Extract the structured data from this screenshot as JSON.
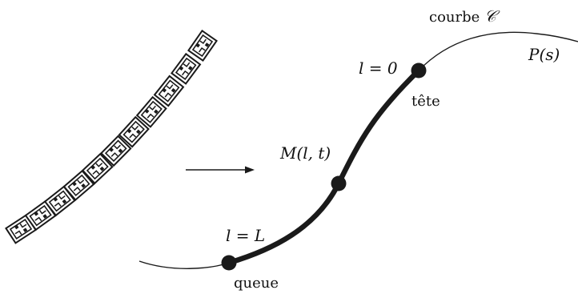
{
  "figure": {
    "curve_label_text": "courbe ",
    "curve_label_symbol": "𝒞",
    "parametrization": "P(s)",
    "head_param": "l = 0",
    "head_label": "tête",
    "middle_point": "M(l, t)",
    "tail_param": "l = L",
    "tail_label": "queue"
  },
  "colors": {
    "ink": "#1a1a1a",
    "background": "#ffffff"
  },
  "icons": {
    "robot": "snake-robot-chain",
    "arrow": "right-arrow"
  }
}
